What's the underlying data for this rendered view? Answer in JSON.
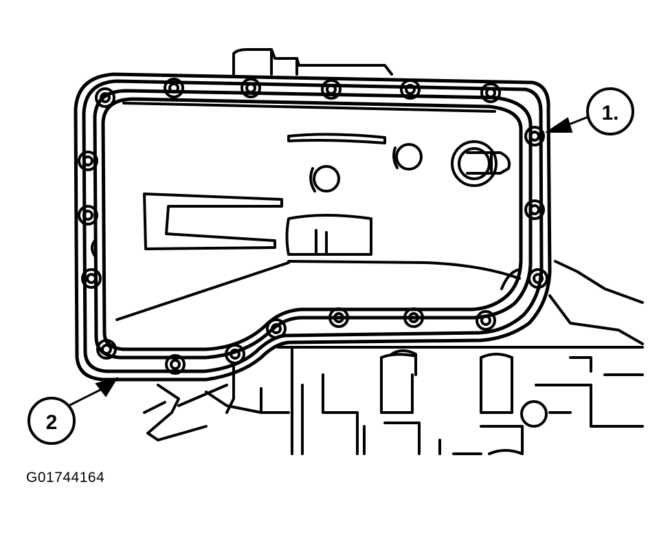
{
  "diagram": {
    "figure_id": "G01744164",
    "callouts": [
      {
        "number": "1.",
        "points_to": "pan-bolt"
      },
      {
        "number": "2",
        "points_to": "pan-gasket"
      }
    ],
    "bolt_count": 19
  }
}
